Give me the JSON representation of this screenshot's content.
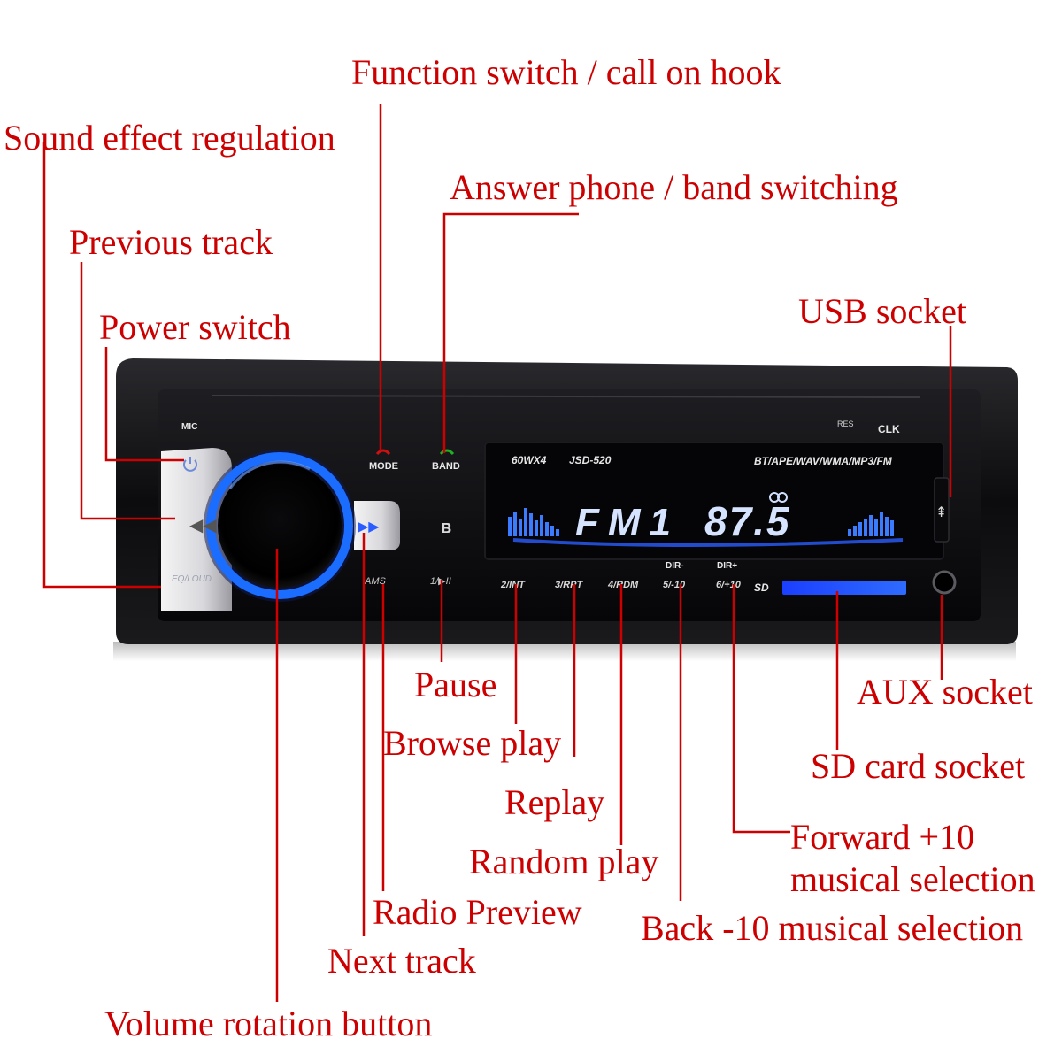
{
  "callouts": {
    "sound_effect": "Sound effect regulation",
    "function_switch": "Function switch / call on hook",
    "answer_phone": "Answer phone / band switching",
    "previous_track": "Previous track",
    "power_switch": "Power switch",
    "usb_socket": "USB socket",
    "pause": "Pause",
    "browse_play": "Browse play",
    "replay": "Replay",
    "random_play": "Random play",
    "radio_preview": "Radio Preview",
    "next_track": "Next track",
    "volume_button": "Volume rotation button",
    "aux_socket": "AUX socket",
    "sd_socket": "SD card socket",
    "forward_line1": "Forward +10",
    "forward_line2": "musical selection",
    "back_10": "Back -10 musical selection"
  },
  "device": {
    "mic": "MIC",
    "mode": "MODE",
    "band": "BAND",
    "res": "RES",
    "clk": "CLK",
    "power_rating": "60WX4",
    "model": "JSD-520",
    "formats": "BT/APE/WAV/WMA/MP3/FM",
    "eq_loud": "EQ/LOUD",
    "ams": "AMS",
    "btn_1": "1/▶II",
    "btn_2": "2/INT",
    "btn_3": "3/RPT",
    "btn_4": "4/RDM",
    "btn_5": "5/-10",
    "btn_6": "6/+10",
    "dir_minus": "DIR-",
    "dir_plus": "DIR+",
    "sd_logo": "SD",
    "bt_icon": "ʙ",
    "display_band": "FM1",
    "display_freq": "87.5"
  },
  "colors": {
    "callout": "#cc0000",
    "display_blue": "#2a5cff",
    "knob_ring": "#1a6dff"
  }
}
